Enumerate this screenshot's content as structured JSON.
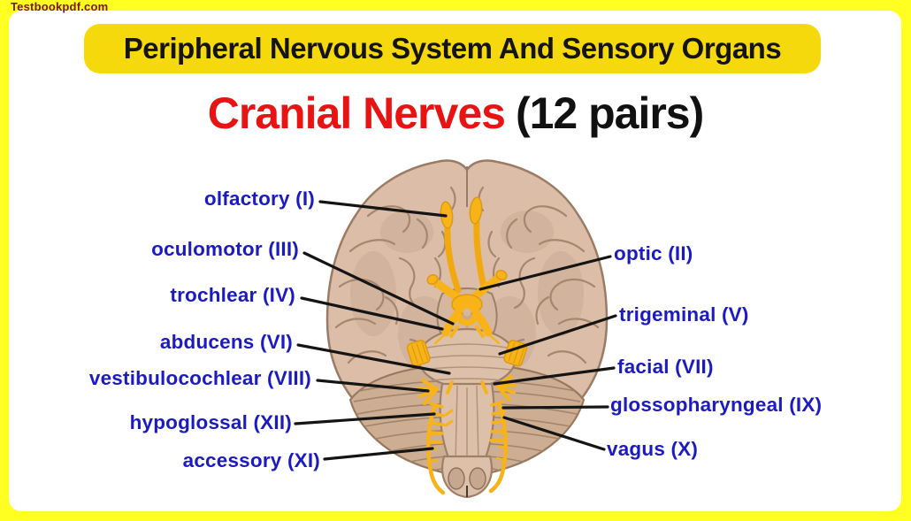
{
  "watermark": {
    "text": "Testbookpdf.com"
  },
  "banner": {
    "text": "Peripheral Nervous System And Sensory Organs"
  },
  "title": {
    "highlight": "Cranial Nerves",
    "rest": "(12 pairs)"
  },
  "figure": {
    "subject": "Inferior (bottom) view of human brain showing the 12 pairs of cranial nerves",
    "labels": [
      {
        "id": "olfactory",
        "text": "olfactory (I)",
        "side": "left"
      },
      {
        "id": "oculomotor",
        "text": "oculomotor (III)",
        "side": "left"
      },
      {
        "id": "trochlear",
        "text": "trochlear (IV)",
        "side": "left"
      },
      {
        "id": "abducens",
        "text": "abducens (VI)",
        "side": "left"
      },
      {
        "id": "vestibulocochlear",
        "text": "vestibulocochlear (VIII)",
        "side": "left"
      },
      {
        "id": "hypoglossal",
        "text": "hypoglossal (XII)",
        "side": "left"
      },
      {
        "id": "accessory",
        "text": "accessory (XI)",
        "side": "left"
      },
      {
        "id": "optic",
        "text": "optic (II)",
        "side": "right"
      },
      {
        "id": "trigeminal",
        "text": "trigeminal (V)",
        "side": "right"
      },
      {
        "id": "facial",
        "text": "facial (VII)",
        "side": "right"
      },
      {
        "id": "glossopharyngeal",
        "text": "glossopharyngeal (IX)",
        "side": "right"
      },
      {
        "id": "vagus",
        "text": "vagus (X)",
        "side": "right"
      }
    ]
  },
  "colors": {
    "frame_yellow": "#FFFF22",
    "banner_yellow": "#F6D90D",
    "title_red": "#E81414",
    "label_blue": "#1B1BBF",
    "nerve_yellow": "#F7B318",
    "watermark_red": "#7B1710"
  }
}
